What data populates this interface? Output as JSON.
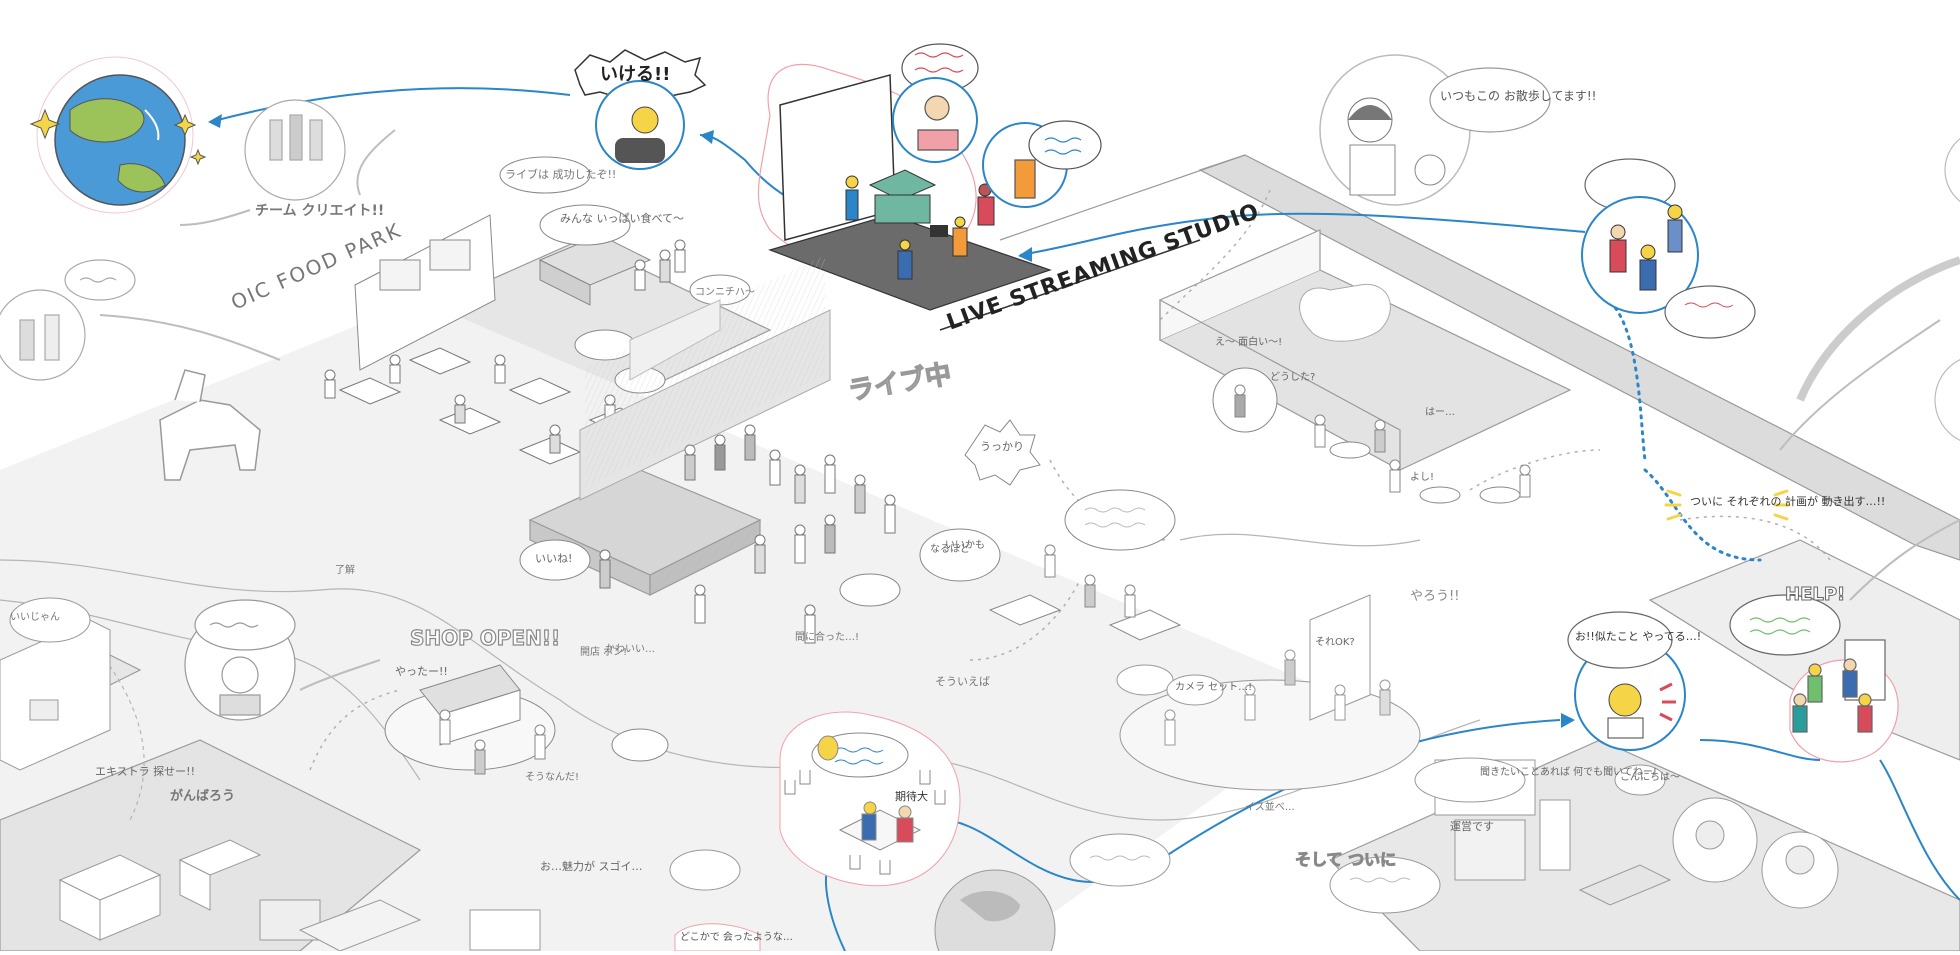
{
  "colors": {
    "background": "#ffffff",
    "line": "#9a9a9a",
    "floor": "#e9e9e9",
    "floor_dark": "#d4d4d4",
    "accent_blue": "#2a86c8",
    "accent_red": "#f2a0a8",
    "accent_yellow": "#f5d547",
    "earth_sea": "#4a9ad8",
    "earth_land": "#9cc25a",
    "green_building": "#6fb7a0"
  },
  "labels": {
    "ikeru": "いける!!",
    "live_streaming": "LIVE STREAMING STUDIO",
    "food_park": "OIC FOOD PARK",
    "team_create": "チーム クリエイト!!",
    "live_success": "ライブは 成功したぞ!!",
    "minna": "みんな いっぱい食べて～",
    "konnichiwa": "コンニチハ～",
    "live_now": "ライブ中",
    "dog_walk": "いつもこの お散歩してます!!",
    "tsuini": "ついに それぞれの 計画が 動き出す…!!",
    "yarou": "やろう!!",
    "help": "HELP!",
    "nita_koto": "お!!似たこと やってる…!",
    "shop_open": "SHOP OPEN!!",
    "yatta": "やったー!!",
    "sou_ieba": "そういえば",
    "ma_ni_au": "間に合った…!",
    "camera_set": "カメラ セット…!",
    "sore_ok": "それOK?",
    "isu_narabe": "イス並べ…",
    "ebanchou": "エキストラ 探せー!!",
    "ganbarou": "がんばろう",
    "omise": "お…魅力が スゴイ…",
    "soshite_tsuini": "そして ついに",
    "kikitai": "聞きたいことあれば 何でも聞いてねー!",
    "kon_nichiwa2": "こんにちは～",
    "unkou": "運営です",
    "kitai": "期待大",
    "dokoka": "どこかで 会ったような…",
    "ii_ne": "いいね!",
    "ii_kamo": "いいかも",
    "kawaii": "かわいい…",
    "ryoukai": "了解",
    "naruhodo": "なるほど",
    "doushita": "どうした?",
    "yoshi": "よし!",
    "haa": "はー…",
    "e_omoshiroi": "え～ 面白い～!",
    "kaiten": "開店 ボン!",
    "ii_jan": "いいじゃん",
    "sounanda": "そうなんだ!",
    "ukkari": "うっかり"
  }
}
